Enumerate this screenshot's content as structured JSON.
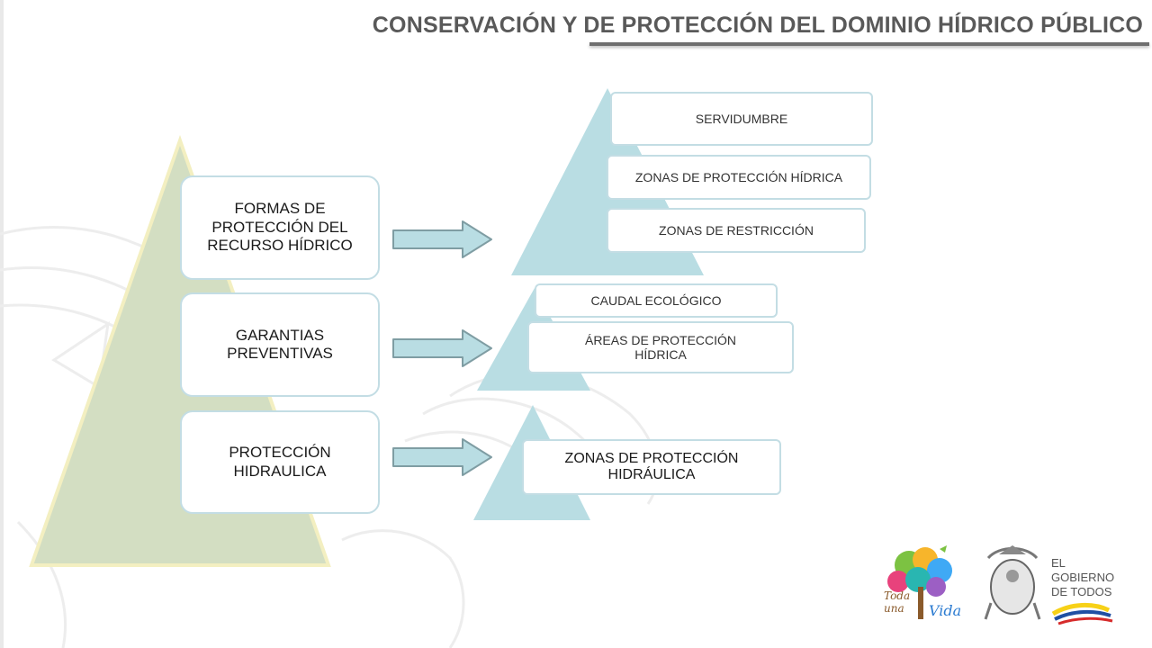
{
  "title": "CONSERVACIÓN Y DE PROTECCIÓN DEL DOMINIO HÍDRICO PÚBLICO",
  "main_items": [
    "FORMAS DE PROTECCIÓN DEL RECURSO HÍDRICO",
    "GARANTIAS PREVENTIVAS",
    "PROTECCIÓN HIDRAULICA"
  ],
  "groups": [
    [
      "SERVIDUMBRE",
      "ZONAS DE PROTECCIÓN HÍDRICA",
      "ZONAS DE RESTRICCIÓN"
    ],
    [
      "CAUDAL ECOLÓGICO",
      "ÁREAS DE PROTECCIÓN HÍDRICA"
    ],
    [
      "ZONAS DE PROTECCIÓN HIDRÁULICA"
    ]
  ],
  "logos": {
    "left_icon": "toda-una-vida-tree-logo",
    "left_text": [
      "Toda",
      "una",
      "Vida"
    ],
    "right_icon": "ecuador-coat-of-arms",
    "right_text": [
      "EL",
      "GOBIERNO",
      "DE TODOS"
    ]
  },
  "colors": {
    "big_pyramid": "#d3dec2",
    "big_pyramid_edge": "#f3efc1",
    "small_triangles": "#b9dde3",
    "box_border": "#c3dde4",
    "arrow_fill": "#b9dde3",
    "arrow_stroke": "#7f9da3",
    "title": "#595959"
  }
}
